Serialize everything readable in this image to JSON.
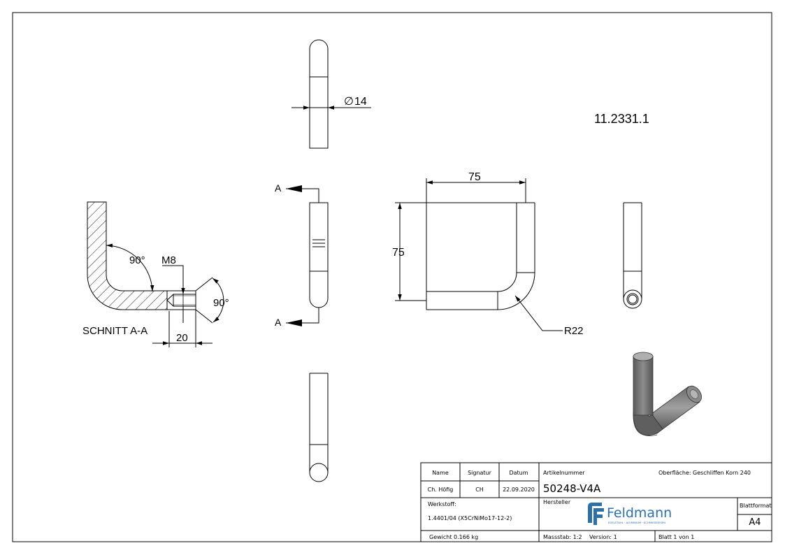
{
  "drawing": {
    "part_code": "11.2331.1",
    "section_label": "SCHNITT A-A",
    "section_marker": "A",
    "dimensions": {
      "diameter_symbol": "∅",
      "diameter_value": "14",
      "width": "75",
      "height": "75",
      "radius": "R22",
      "thread": "M8",
      "angle_inner": "90°",
      "angle_chamfer": "90°",
      "depth": "20"
    }
  },
  "title_block": {
    "name_header": "Name",
    "signature_header": "Signatur",
    "date_header": "Datum",
    "name_value": "Ch. Höfig",
    "signature_value": "CH",
    "date_value": "22.09.2020",
    "article_label": "Artikelnummer",
    "article_number": "50248-V4A",
    "surface_label": "Oberfläche:",
    "surface_value": "Geschliffen Korn 240",
    "material_label": "Werkstoff:",
    "material_value": "1.4401/04 (X5CrNiMo17-12-2)",
    "manufacturer_label": "Hersteller",
    "logo_name": "Feldmann",
    "logo_tagline": "EDELSTAHL · ALUMINIUM · SCHMIEDEEISEN",
    "sheet_format_label": "Blattformat",
    "sheet_format_value": "A4",
    "weight": "Gewicht 0.166 kg",
    "scale": "Massstab: 1:2",
    "version": "Version: 1",
    "sheet_number": "Blatt 1 von 1"
  },
  "colors": {
    "line": "#000000",
    "brand_blue": "#2f6fa8",
    "render_dark": "#6d6d6d",
    "render_light": "#a9a9a9"
  }
}
